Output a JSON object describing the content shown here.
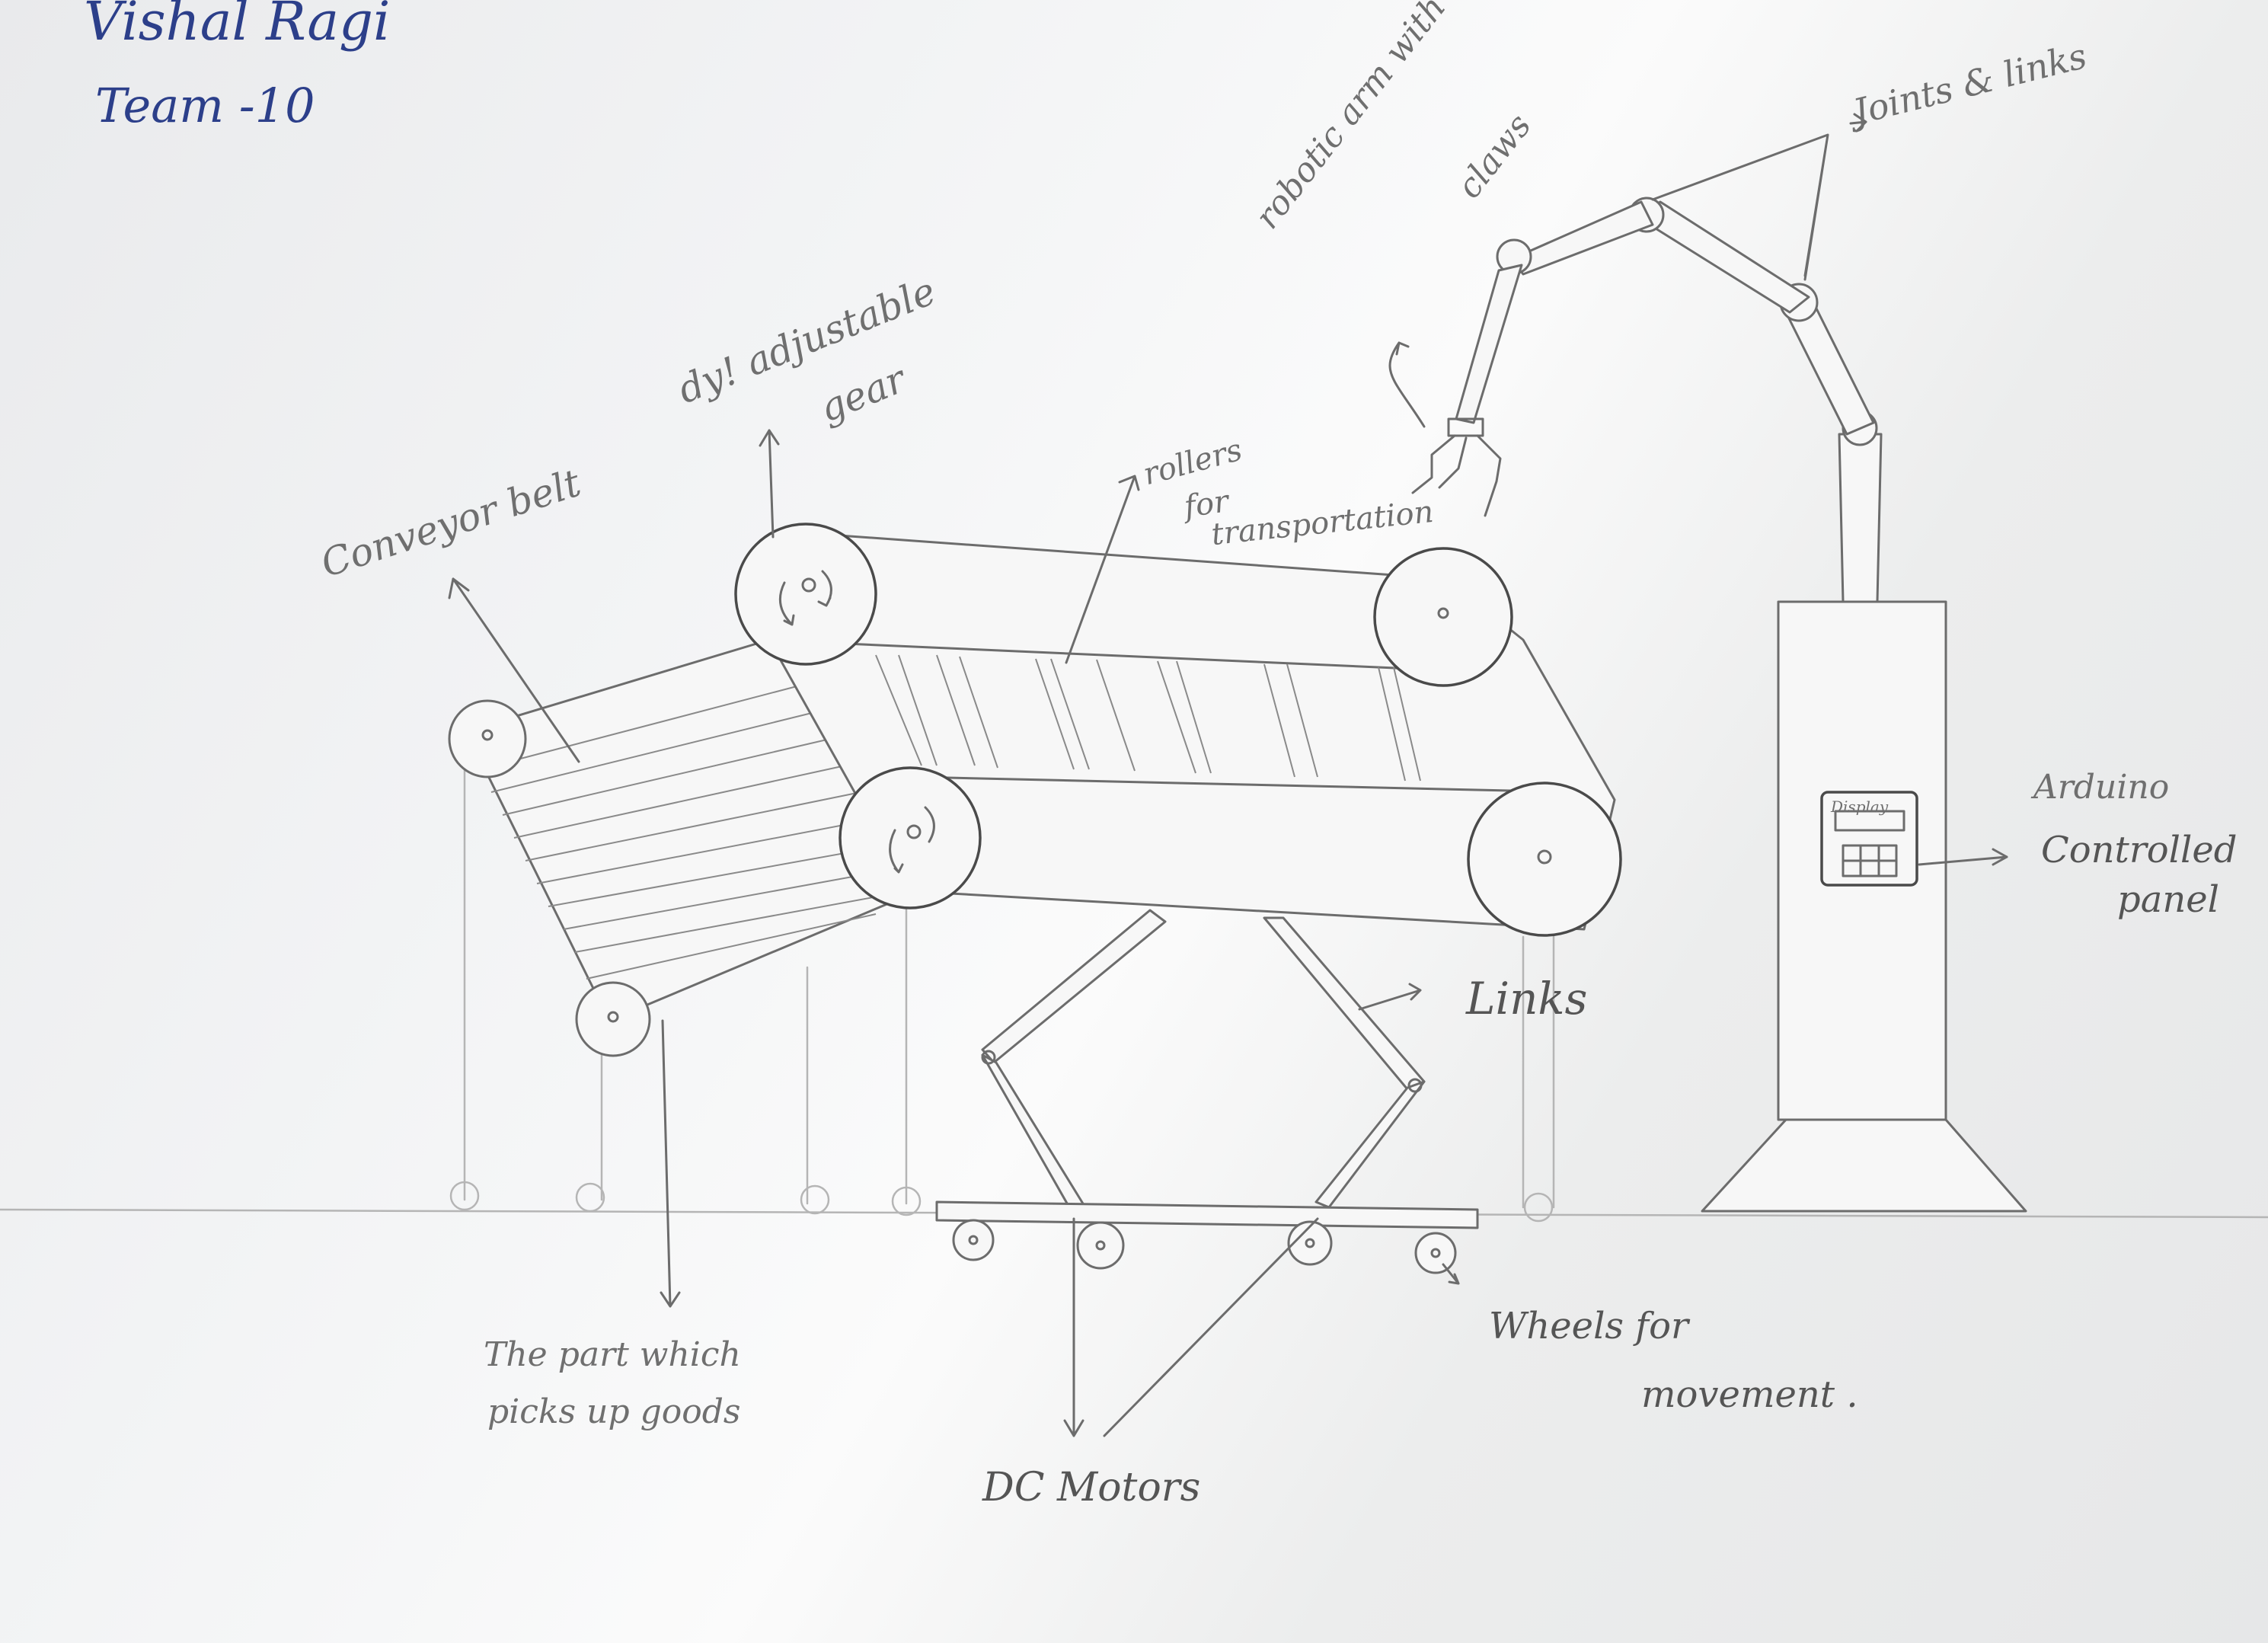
{
  "author": {
    "name": "Vishal Ragi",
    "team": "Team -10",
    "ink_color": "#2c3f8a"
  },
  "labels": {
    "conveyor_belt": "Conveyor belt",
    "adjustable_gear_line1": "dy! adjustable",
    "adjustable_gear_line2": "gear",
    "rollers_line1": "rollers",
    "rollers_line2": "for",
    "rollers_line3": "transportation",
    "robotic_arm_line1": "robotic arm with",
    "robotic_arm_line2": "claws",
    "joints_links": "Joints & links",
    "arduino_line1": "Arduino",
    "arduino_line2": "Controlled",
    "arduino_line3": "panel",
    "links": "Links",
    "pickup_line1": "The part which",
    "pickup_line2": "picks up goods",
    "dc_motors": "DC Motors",
    "wheels_line1": "Wheels for",
    "wheels_line2": "movement .",
    "panel_display": "Display"
  },
  "colors": {
    "pencil": "#6c6c6c",
    "paper": "#f5f6f7"
  }
}
